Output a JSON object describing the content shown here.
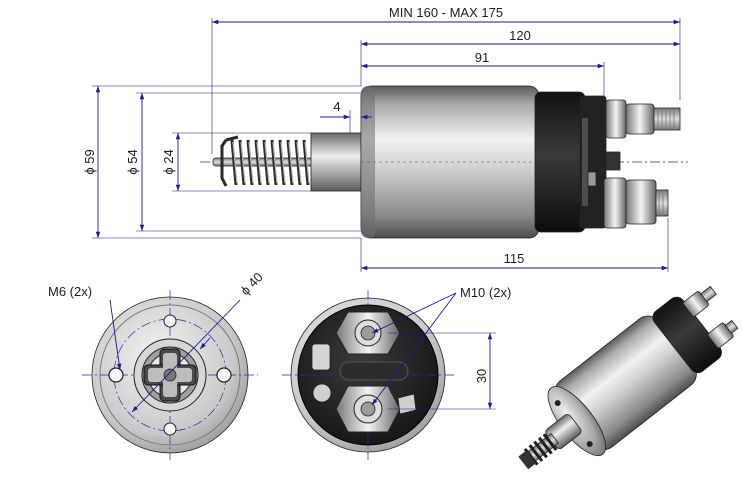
{
  "dimensions": {
    "overall_length": "MIN 160 - MAX 175",
    "length_120": "120",
    "length_91": "91",
    "plunger_offset": "4",
    "length_115": "115",
    "dia_59": "ϕ 59",
    "dia_54": "ϕ 54",
    "dia_24": "ϕ 24",
    "bolt_circle": "ϕ 40",
    "mount_holes": "M6 (2x)",
    "terminals": "M10 (2x)",
    "terminal_spacing": "30"
  },
  "colors": {
    "dimension_line": "#1b1b8c",
    "steel_light": "#e8e8e8",
    "steel_dark": "#6e6e6e",
    "black_cap": "#1a1a1a"
  }
}
